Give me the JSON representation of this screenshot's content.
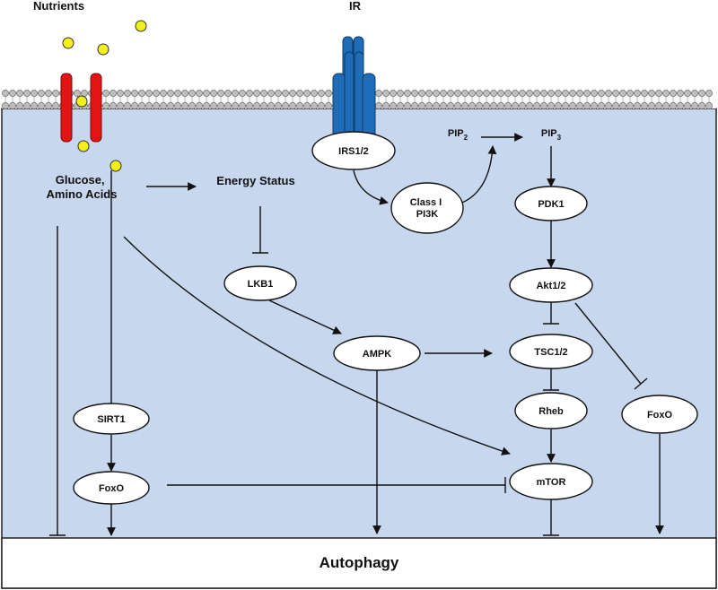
{
  "colors": {
    "cytoplasm": "#c6d7ee",
    "channel": "#e21414",
    "receptor": "#1f6db6",
    "nutrient": "#f2ef1c",
    "membrane_head": "#bdbdbd"
  },
  "labels": {
    "nutrients": "Nutrients",
    "ir": "IR",
    "glucose_line1": "Glucose,",
    "glucose_line2": "Amino Acids",
    "energy_status": "Energy Status",
    "pip2_main": "PIP",
    "pip2_sub": "2",
    "pip3_main": "PIP",
    "pip3_sub": "3",
    "autophagy": "Autophagy"
  },
  "nodes": {
    "irs": "IRS1/2",
    "pi3k_line1": "Class I",
    "pi3k_line2": "PI3K",
    "pdk1": "PDK1",
    "lkb1": "LKB1",
    "akt": "Akt1/2",
    "ampk": "AMPK",
    "tsc": "TSC1/2",
    "sirt1": "SIRT1",
    "rheb": "Rheb",
    "foxo_right": "FoxO",
    "foxo_left": "FoxO",
    "mtor": "mTOR"
  }
}
